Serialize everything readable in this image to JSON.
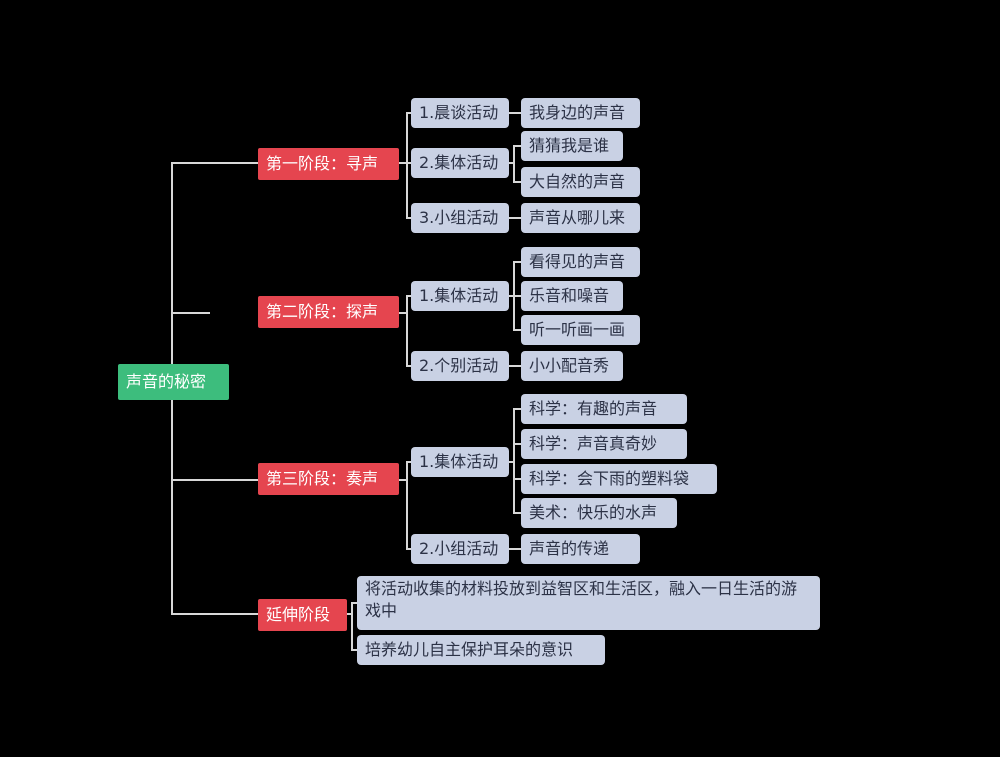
{
  "root": "声音的秘密",
  "stages": [
    {
      "label": "第一阶段：寻声",
      "activities": [
        {
          "label": "1.晨谈活动",
          "items": [
            "我身边的声音"
          ]
        },
        {
          "label": "2.集体活动",
          "items": [
            "猜猜我是谁",
            "大自然的声音"
          ]
        },
        {
          "label": "3.小组活动",
          "items": [
            "声音从哪儿来"
          ]
        }
      ]
    },
    {
      "label": "第二阶段：探声",
      "activities": [
        {
          "label": "1.集体活动",
          "items": [
            "看得见的声音",
            "乐音和噪音",
            "听一听画一画"
          ]
        },
        {
          "label": "2.个别活动",
          "items": [
            "小小配音秀"
          ]
        }
      ]
    },
    {
      "label": "第三阶段：奏声",
      "activities": [
        {
          "label": "1.集体活动",
          "items": [
            "科学：有趣的声音",
            "科学：声音真奇妙",
            "科学：会下雨的塑料袋",
            "美术：快乐的水声"
          ]
        },
        {
          "label": "2.小组活动",
          "items": [
            "声音的传递"
          ]
        }
      ]
    },
    {
      "label": "延伸阶段",
      "items": [
        "将活动收集的材料投放到益智区和生活区，融入一日生活的游戏中",
        "培养幼儿自主保护耳朵的意识"
      ]
    }
  ]
}
